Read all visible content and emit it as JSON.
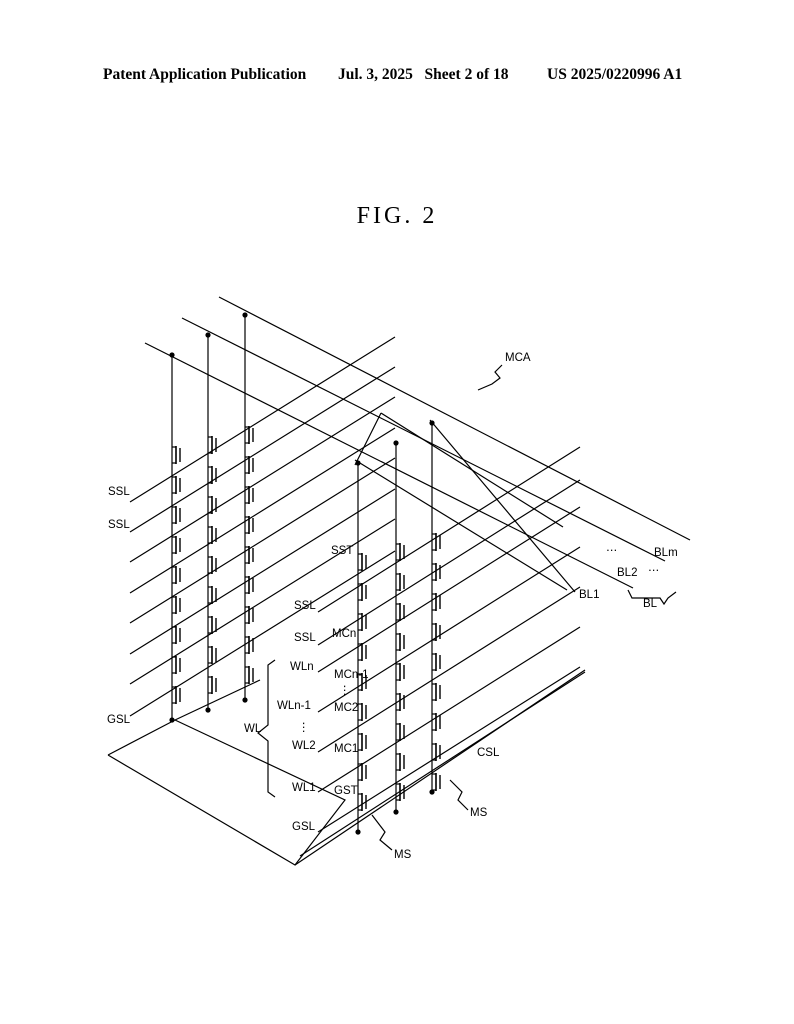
{
  "header": {
    "publication": "Patent Application Publication",
    "date_sheet": "Jul. 3, 2025   Sheet 2 of 18",
    "number": "US 2025/0220996 A1"
  },
  "figure": {
    "title": "FIG. 2",
    "labels": {
      "mca": "MCA",
      "ssl_back_top": "SSL",
      "ssl_back_bottom": "SSL",
      "gsl_back": "GSL",
      "sst": "SST",
      "ssl_front_top": "SSL",
      "ssl_front_bottom": "SSL",
      "mcn": "MCn",
      "wln": "WLn",
      "mcn_1": "MCn-1",
      "wln_1": "WLn-1",
      "mc2": "MC2",
      "wl_group": "WL",
      "wl2": "WL2",
      "mc1": "MC1",
      "wl1": "WL1",
      "gst": "GST",
      "gsl_front": "GSL",
      "csl": "CSL",
      "ms_right": "MS",
      "ms_bottom": "MS",
      "blm": "BLm",
      "bl2": "BL2",
      "bl1": "BL1",
      "bl_group": "BL",
      "vdots": "⋮",
      "hdots": "⋯"
    }
  }
}
